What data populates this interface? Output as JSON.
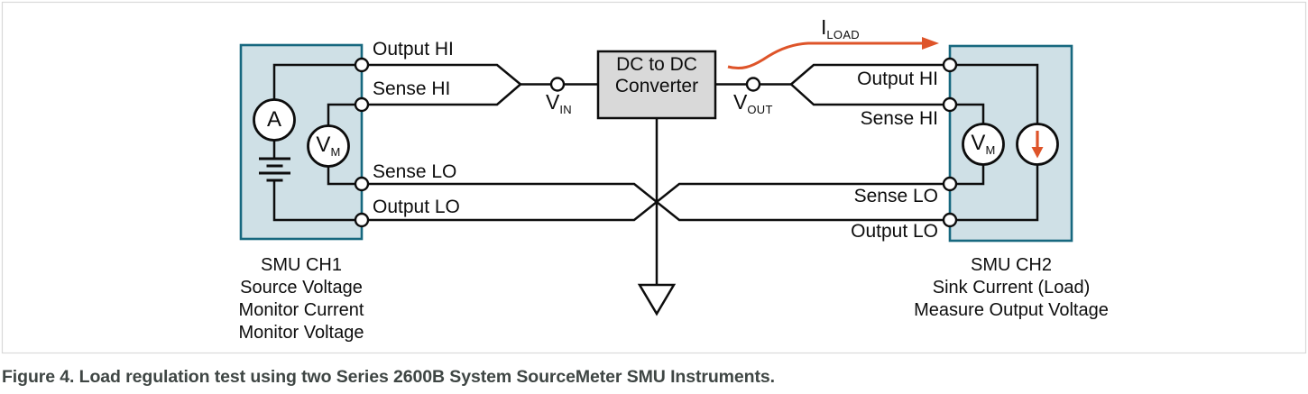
{
  "figure": {
    "caption": "Figure 4. Load regulation test using two Series 2600B System SourceMeter SMU Instruments."
  },
  "colors": {
    "accent_orange": "#DE5429",
    "smu_box_fill": "#CFE0E6",
    "smu_box_border": "#17687F",
    "converter_fill": "#D9D9D9",
    "wire": "#0D0D0D",
    "caption_text": "#3F4644",
    "frame_border": "#D9D9D9"
  },
  "smu_ch1": {
    "name_lines": [
      "SMU CH1",
      "Source Voltage",
      "Monitor Current",
      "Monitor Voltage"
    ],
    "ammeter": "A",
    "voltmeter_main": "V",
    "voltmeter_sub": "M"
  },
  "smu_ch2": {
    "name_lines": [
      "SMU CH2",
      "Sink Current (Load)",
      "Measure Output Voltage"
    ],
    "voltmeter_main": "V",
    "voltmeter_sub": "M"
  },
  "converter": {
    "line1": "DC to DC",
    "line2": "Converter"
  },
  "wire_labels": {
    "left": {
      "output_hi": "Output HI",
      "sense_hi": "Sense HI",
      "sense_lo": "Sense LO",
      "output_lo": "Output LO"
    },
    "right": {
      "output_hi": "Output HI",
      "sense_hi": "Sense HI",
      "sense_lo": "Sense LO",
      "output_lo": "Output LO"
    }
  },
  "annotations": {
    "v_in_main": "V",
    "v_in_sub": "IN",
    "v_out_main": "V",
    "v_out_sub": "OUT",
    "i_load_main": "I",
    "i_load_sub": "LOAD"
  }
}
